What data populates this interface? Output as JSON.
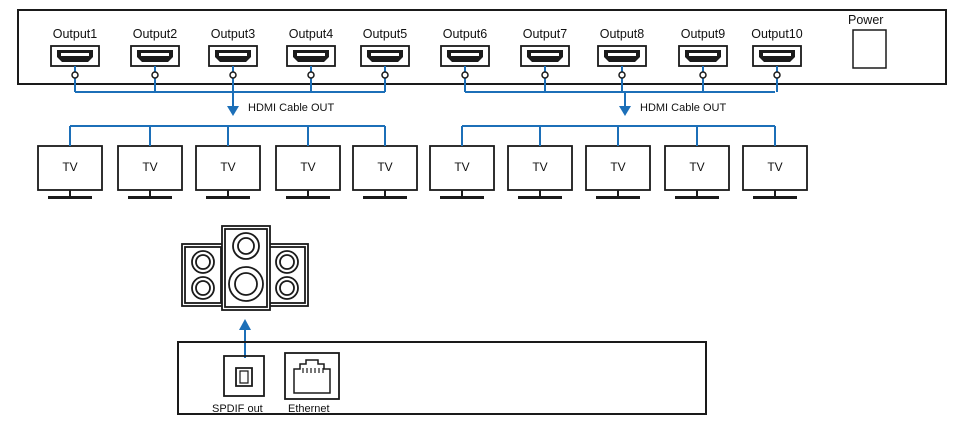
{
  "outputs": [
    "Output1",
    "Output2",
    "Output3",
    "Output4",
    "Output5",
    "Output6",
    "Output7",
    "Output8",
    "Output9",
    "Output10"
  ],
  "power_label": "Power",
  "cable_labels": [
    "HDMI Cable OUT",
    "HDMI Cable OUT"
  ],
  "tv_labels": [
    "TV",
    "TV",
    "TV",
    "TV",
    "TV",
    "TV",
    "TV",
    "TV",
    "TV",
    "TV"
  ],
  "rear_panel": {
    "spdif_label": "SPDIF out",
    "ethernet_label": "Ethernet"
  },
  "colors": {
    "line": "#1a1a1a",
    "cable": "#1c6fb8"
  }
}
